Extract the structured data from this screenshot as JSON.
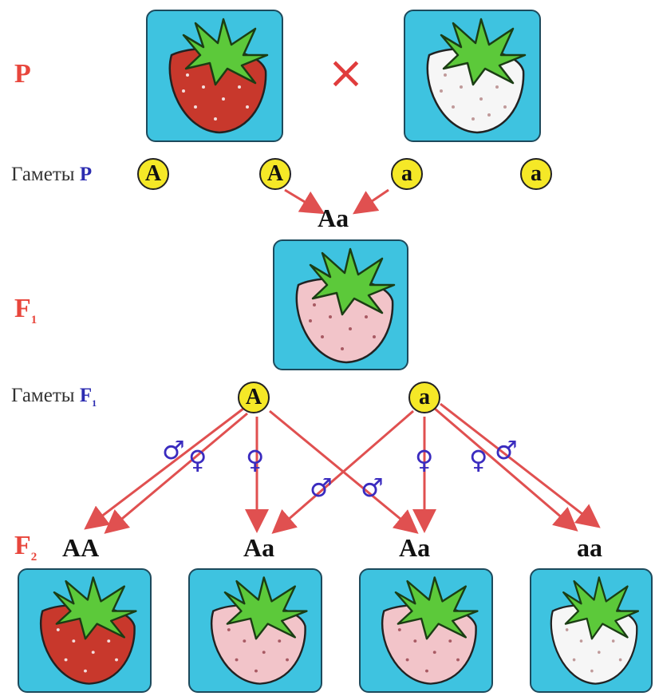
{
  "labels": {
    "parents": "P",
    "gametes_prefix": "Гаметы",
    "gametes_p_symbol": "P",
    "f1_letter": "F",
    "f1_sub": "1",
    "f2_letter": "F",
    "f2_sub": "2",
    "cross": "×"
  },
  "parent_gametes": [
    "A",
    "A",
    "a",
    "a"
  ],
  "f1": {
    "genotype": "Aa"
  },
  "f1_gametes": [
    "A",
    "a"
  ],
  "f2": {
    "genotypes": [
      "AA",
      "Aa",
      "Aa",
      "aa"
    ]
  },
  "sex_symbols": {
    "male": "♂",
    "female": "♀"
  },
  "colors": {
    "red_fruit": "#c8382c",
    "pink_fruit": "#f2c4c9",
    "white_fruit": "#f6f6f6",
    "leaves": "#5cc93a",
    "tile_bg": "#3ec3e0",
    "gamete": "#f5e827",
    "arrow": "#e05050"
  }
}
